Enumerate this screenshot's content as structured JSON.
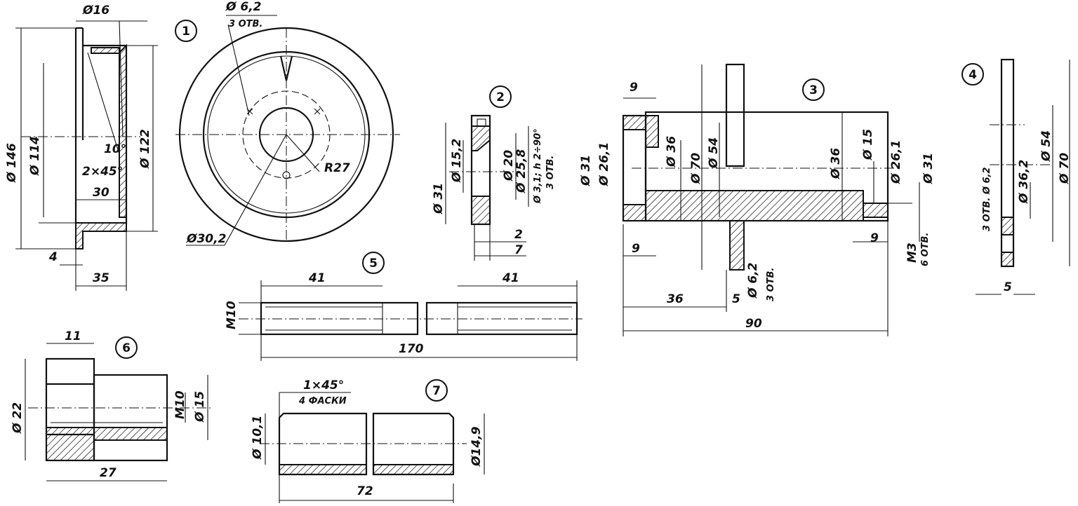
{
  "part_numbers": [
    "1",
    "2",
    "3",
    "4",
    "5",
    "6",
    "7"
  ],
  "part1": {
    "d_bolt": "Ø16",
    "d_holes": "Ø 6,2",
    "holes_note": "3 ОТВ.",
    "d_outer": "Ø 146",
    "d_inner": "Ø 114",
    "d_ring": "Ø 122",
    "angle": "10°",
    "chamfer": "2×45°",
    "depth": "30",
    "wall": "4",
    "width": "35",
    "radius": "R27",
    "d_hub": "Ø30,2"
  },
  "part2": {
    "d31": "Ø 31",
    "d15": "Ø 15,2",
    "d20": "Ø 20",
    "d25": "Ø 25,8",
    "holes": "Ø 3,1; h 2÷90°",
    "holes_note": "3 ОТВ.",
    "dim2": "2",
    "dim7": "7"
  },
  "part3": {
    "dim9a": "9",
    "d31": "Ø 31",
    "d26": "Ø 26,1",
    "d36a": "Ø 36",
    "d70": "Ø 70",
    "d54": "Ø 54",
    "d36b": "Ø 36",
    "d15": "Ø 15",
    "d26b": "Ø 26,1",
    "d31b": "Ø 31",
    "dim9b": "9",
    "dim9c": "9",
    "m3": "М3",
    "m3_note": "6 ОТВ.",
    "d62": "Ø 6,2",
    "holes_note": "3 ОТВ.",
    "dim36": "36",
    "dim5": "5",
    "dim90": "90"
  },
  "part4": {
    "holes": "3 ОТВ. Ø 6,2",
    "d36": "Ø 36,2",
    "d54": "Ø 54",
    "d70": "Ø 70",
    "dim5": "5"
  },
  "part5": {
    "thread": "М10",
    "len_a": "41",
    "len_b": "41",
    "total": "170"
  },
  "part6": {
    "dim11": "11",
    "d22": "Ø 22",
    "m10": "М10",
    "d15": "Ø 15",
    "dim27": "27"
  },
  "part7": {
    "chamfer": "1×45°",
    "chamfer_note": "4 ФАСКИ",
    "d10": "Ø 10,1",
    "d14": "Ø14,9",
    "dim72": "72"
  }
}
